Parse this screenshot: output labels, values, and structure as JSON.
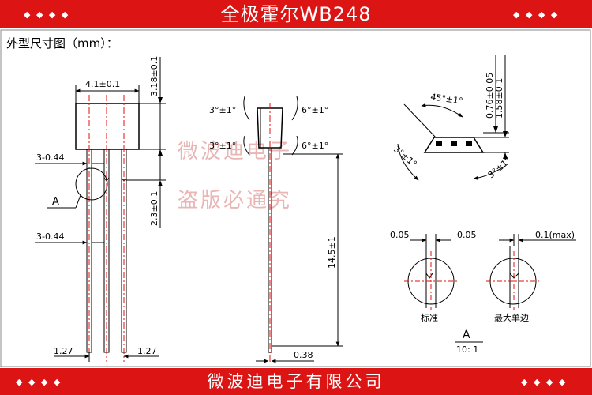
{
  "header": {
    "title": "全极霍尔WB248",
    "dots": "◆ ◆ ◆ ◆"
  },
  "section_label": "外型尺寸图（mm）：",
  "watermark": {
    "line1": "微波迪电子",
    "line2": "盗版必通究"
  },
  "side_view": {
    "dim_width": "4.1±0.1",
    "dim_body_height": "3.18±0.1",
    "dim_lead1": "3-0.44",
    "dim_lead2": "3-0.44",
    "dim_offset": "2.3±0.1",
    "detail_label": "A",
    "pitch_left": "1.27",
    "pitch_right": "1.27"
  },
  "front_view": {
    "angle_tl": "3°±1°",
    "angle_tr": "6°±1°",
    "angle_bl": "3°±1°",
    "angle_br": "6°±1°",
    "lead_length": "14.5±1",
    "lead_thickness": "0.38"
  },
  "top_view": {
    "angle_45": "45°±1°",
    "angle_left": "3°±1°",
    "angle_right": "3°±1°",
    "dim_076": "0.76±0.05",
    "dim_158": "1.58±0.1"
  },
  "details": {
    "std_left": "0.05",
    "std_right": "0.05",
    "std_caption": "标准",
    "max_value": "0.1(max)",
    "max_caption": "最大单边",
    "detail_letter": "A",
    "scale": "10: 1"
  },
  "footer": {
    "company": "微波迪电子有限公司",
    "dots": "◆ ◆ ◆ ◆"
  },
  "colors": {
    "band": "#dc1414",
    "line": "#000000",
    "center_line": "#e01010"
  }
}
